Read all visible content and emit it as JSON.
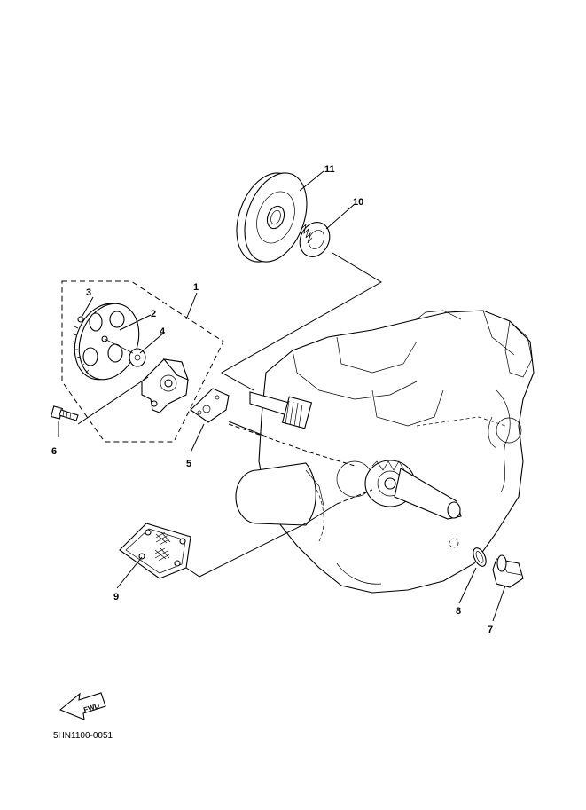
{
  "diagram": {
    "drawing_code": "5HN1100-0051",
    "fwd_label": "FWD",
    "callouts": [
      {
        "id": "c1",
        "text": "1"
      },
      {
        "id": "c2",
        "text": "2"
      },
      {
        "id": "c3",
        "text": "3"
      },
      {
        "id": "c4",
        "text": "4"
      },
      {
        "id": "c5",
        "text": "5"
      },
      {
        "id": "c6",
        "text": "6"
      },
      {
        "id": "c7",
        "text": "7"
      },
      {
        "id": "c8",
        "text": "8"
      },
      {
        "id": "c9",
        "text": "9"
      },
      {
        "id": "c10",
        "text": "10"
      },
      {
        "id": "c11",
        "text": "11"
      }
    ]
  }
}
